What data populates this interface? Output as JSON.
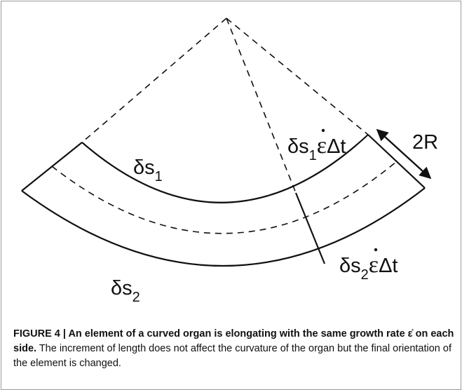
{
  "diagram": {
    "labels": {
      "inner_length": "δs",
      "inner_sub": "1",
      "outer_length": "δs",
      "outer_sub": "2",
      "inner_increment": "δs",
      "inner_increment_sub": "1",
      "outer_increment": "δs",
      "outer_increment_sub": "2",
      "strain_rate_symbol": "ε",
      "increment_tail": "Δt",
      "thickness": "2R"
    }
  },
  "caption": {
    "bold_lead": "FIGURE 4 | An element of a curved organ is elongating with the same growth rate ",
    "bold_symbol": "ε̇",
    "bold_tail": " on each side.",
    "body": " The increment of length does not affect the curvature of the organ but the final orientation of the element is changed."
  }
}
